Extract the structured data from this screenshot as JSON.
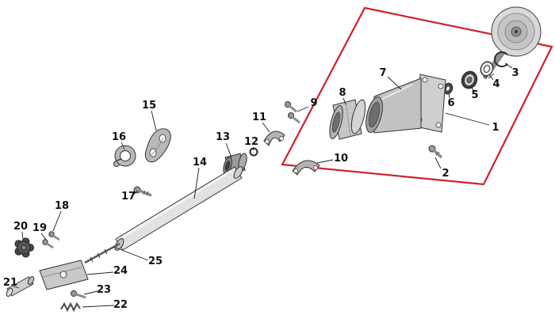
{
  "diagram": {
    "type": "exploded-parts-diagram",
    "colors": {
      "highlight": "#cc2229",
      "line": "#1a1a1a",
      "background": "#ffffff"
    },
    "parts": [
      "1",
      "2",
      "3",
      "4",
      "5",
      "6",
      "7",
      "8",
      "9",
      "10",
      "11",
      "12",
      "13",
      "14",
      "15",
      "16",
      "17",
      "18",
      "19",
      "20",
      "21",
      "22",
      "23",
      "24",
      "25"
    ]
  }
}
